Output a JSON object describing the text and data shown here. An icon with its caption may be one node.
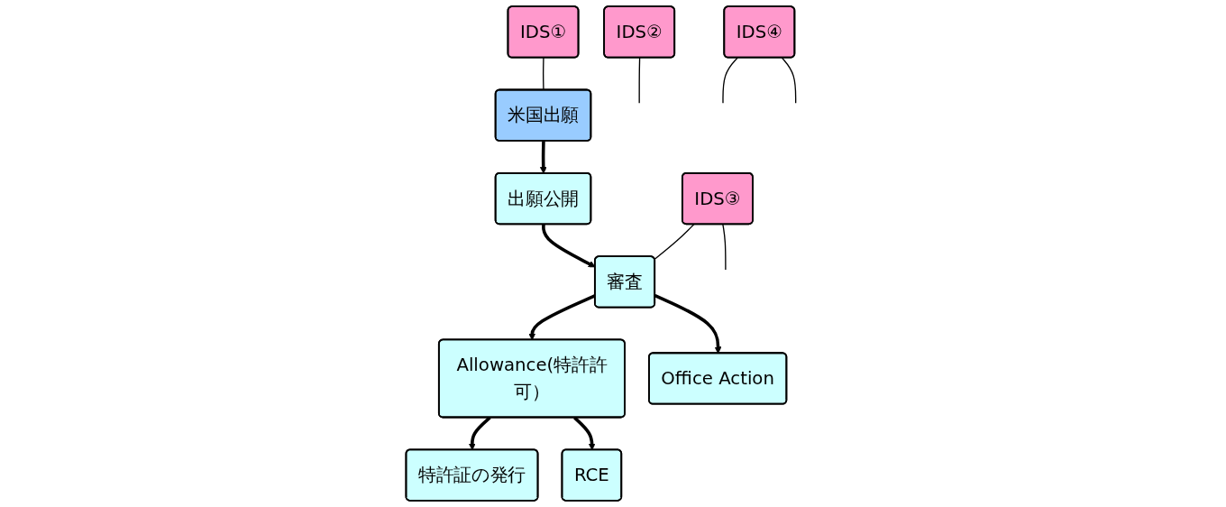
{
  "diagram": {
    "nodes": [
      {
        "text": [
          "米国出願"
        ]
      },
      {
        "text": [
          "IDS①"
        ]
      },
      {
        "text": [
          "出願公開"
        ]
      },
      {
        "text": [
          "IDS②"
        ]
      },
      {
        "text": [
          "審査"
        ]
      },
      {
        "text": [
          "IDS③"
        ]
      },
      {
        "text": [
          "Allowance(特許許可）"
        ]
      },
      {
        "text": [
          "Office Action"
        ]
      },
      {
        "text": [
          "IDS④"
        ]
      },
      {
        "text": [
          "特許証の発行"
        ]
      },
      {
        "text": [
          "RCE"
        ]
      }
    ],
    "edges": [
      {
        "from": 0,
        "to": 2,
        "arrow": "to",
        "style": "thick"
      },
      {
        "from": 1,
        "to": 0,
        "arrow": "none"
      },
      {
        "from": 2,
        "to": 4,
        "arrow": "to",
        "style": "thick"
      },
      {
        "from": 3,
        "to": null,
        "arrow": "none"
      },
      {
        "from": 4,
        "to": 6,
        "arrow": "to",
        "style": "thick"
      },
      {
        "from": 5,
        "to": 4,
        "arrow": "none"
      },
      {
        "from": 4,
        "to": 7,
        "arrow": "to",
        "style": "thick"
      },
      {
        "from": 5,
        "to": null,
        "arrow": "none"
      },
      {
        "from": 6,
        "to": 9,
        "arrow": "to",
        "style": "thick"
      },
      {
        "from": 8,
        "to": null,
        "arrow": "none"
      },
      {
        "from": 6,
        "to": 10,
        "arrow": "to",
        "style": "thick"
      },
      {
        "from": 8,
        "to": null,
        "arrow": "none"
      }
    ]
  }
}
